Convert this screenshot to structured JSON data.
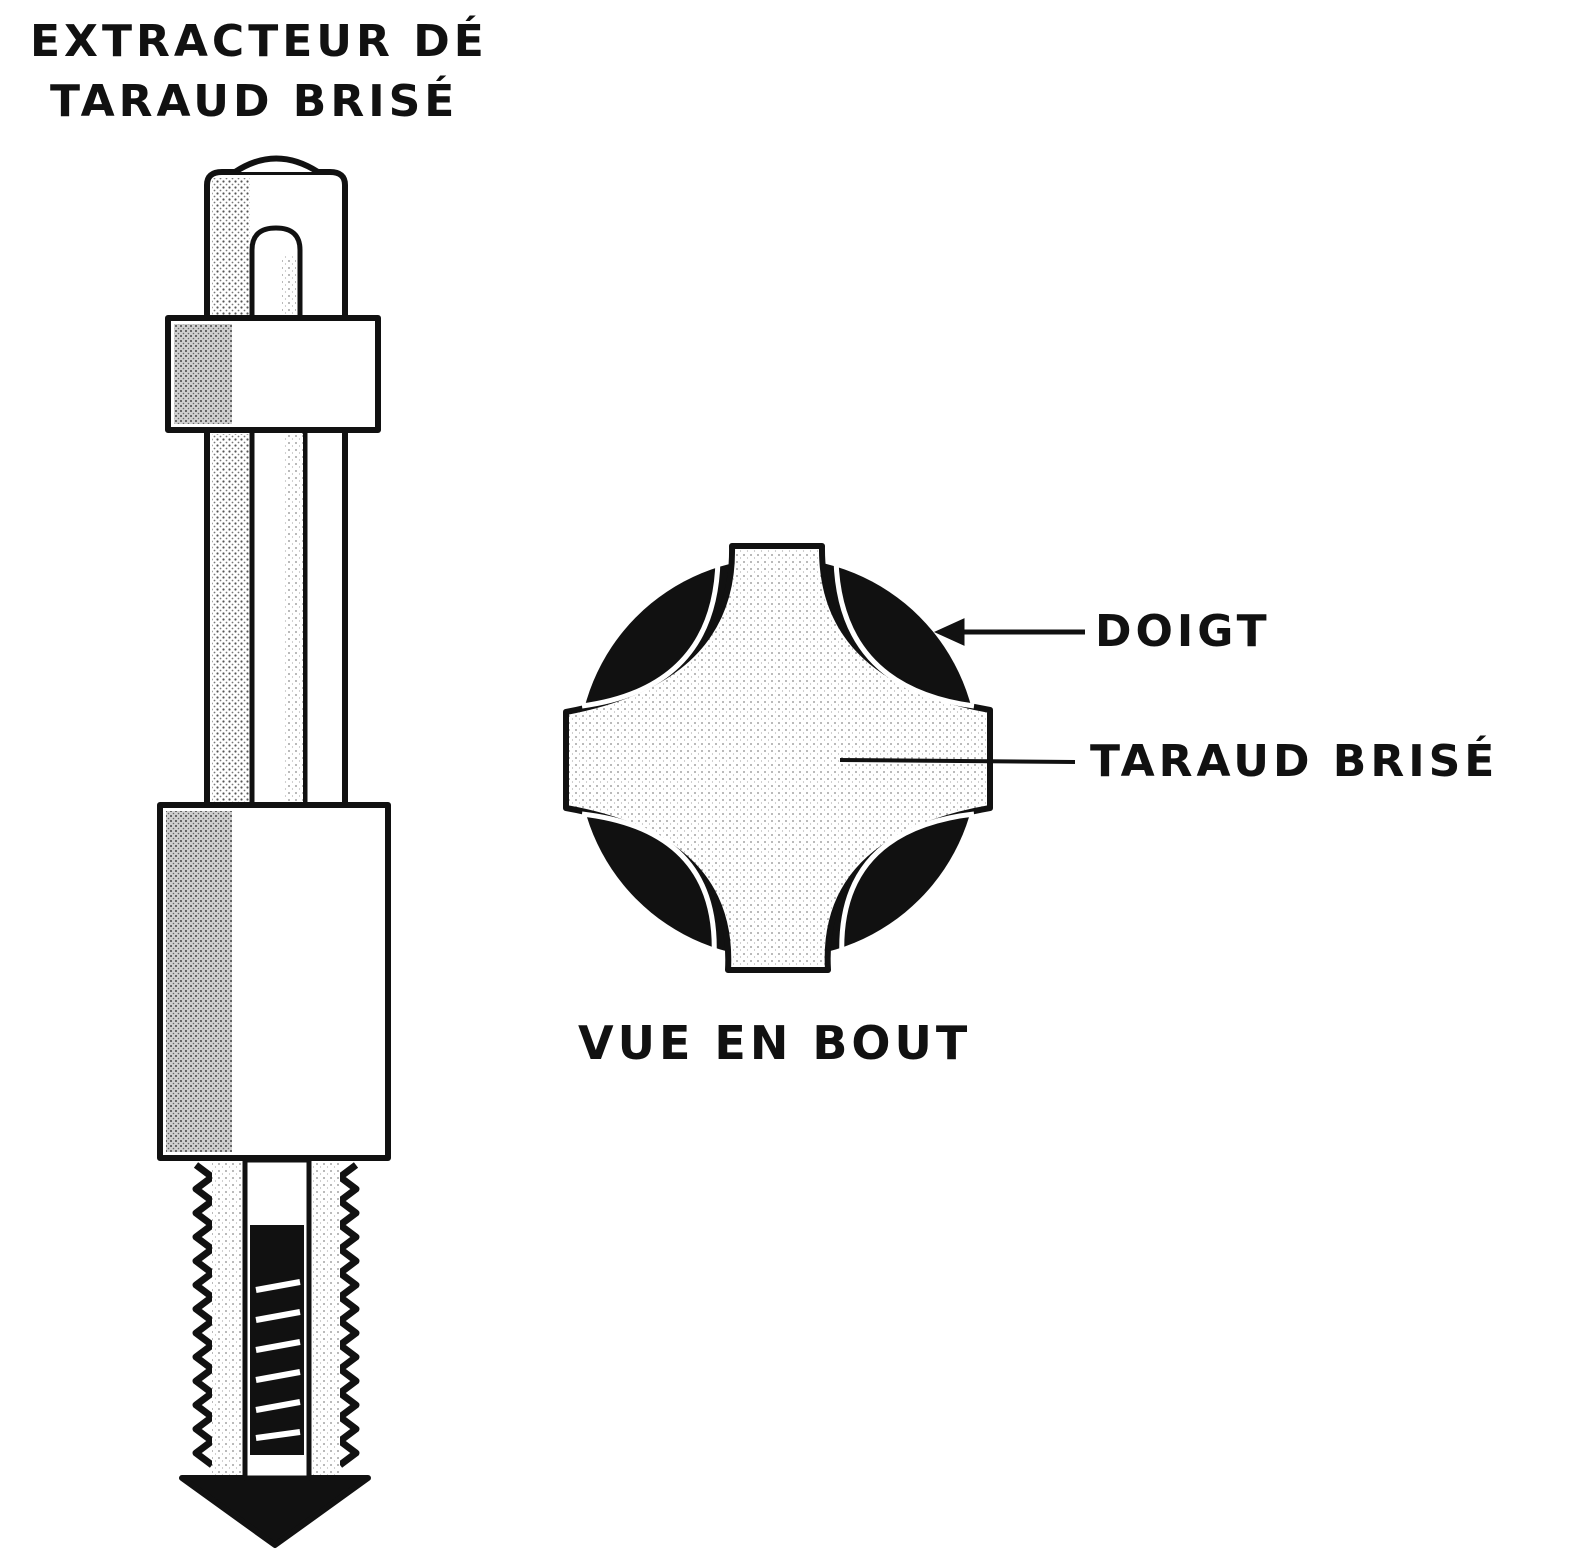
{
  "title": {
    "line1": "EXTRACTEUR DÉ",
    "line2": "TARAUD BRISÉ"
  },
  "end_view": {
    "caption": "VUE EN BOUT",
    "callouts": {
      "finger": "DOIGT",
      "broken_tap": "TARAUD BRISÉ"
    }
  },
  "colors": {
    "ink": "#111111",
    "paper": "#ffffff",
    "stipple": "#a8a8a8",
    "stipple_light": "#d9d9d9"
  }
}
